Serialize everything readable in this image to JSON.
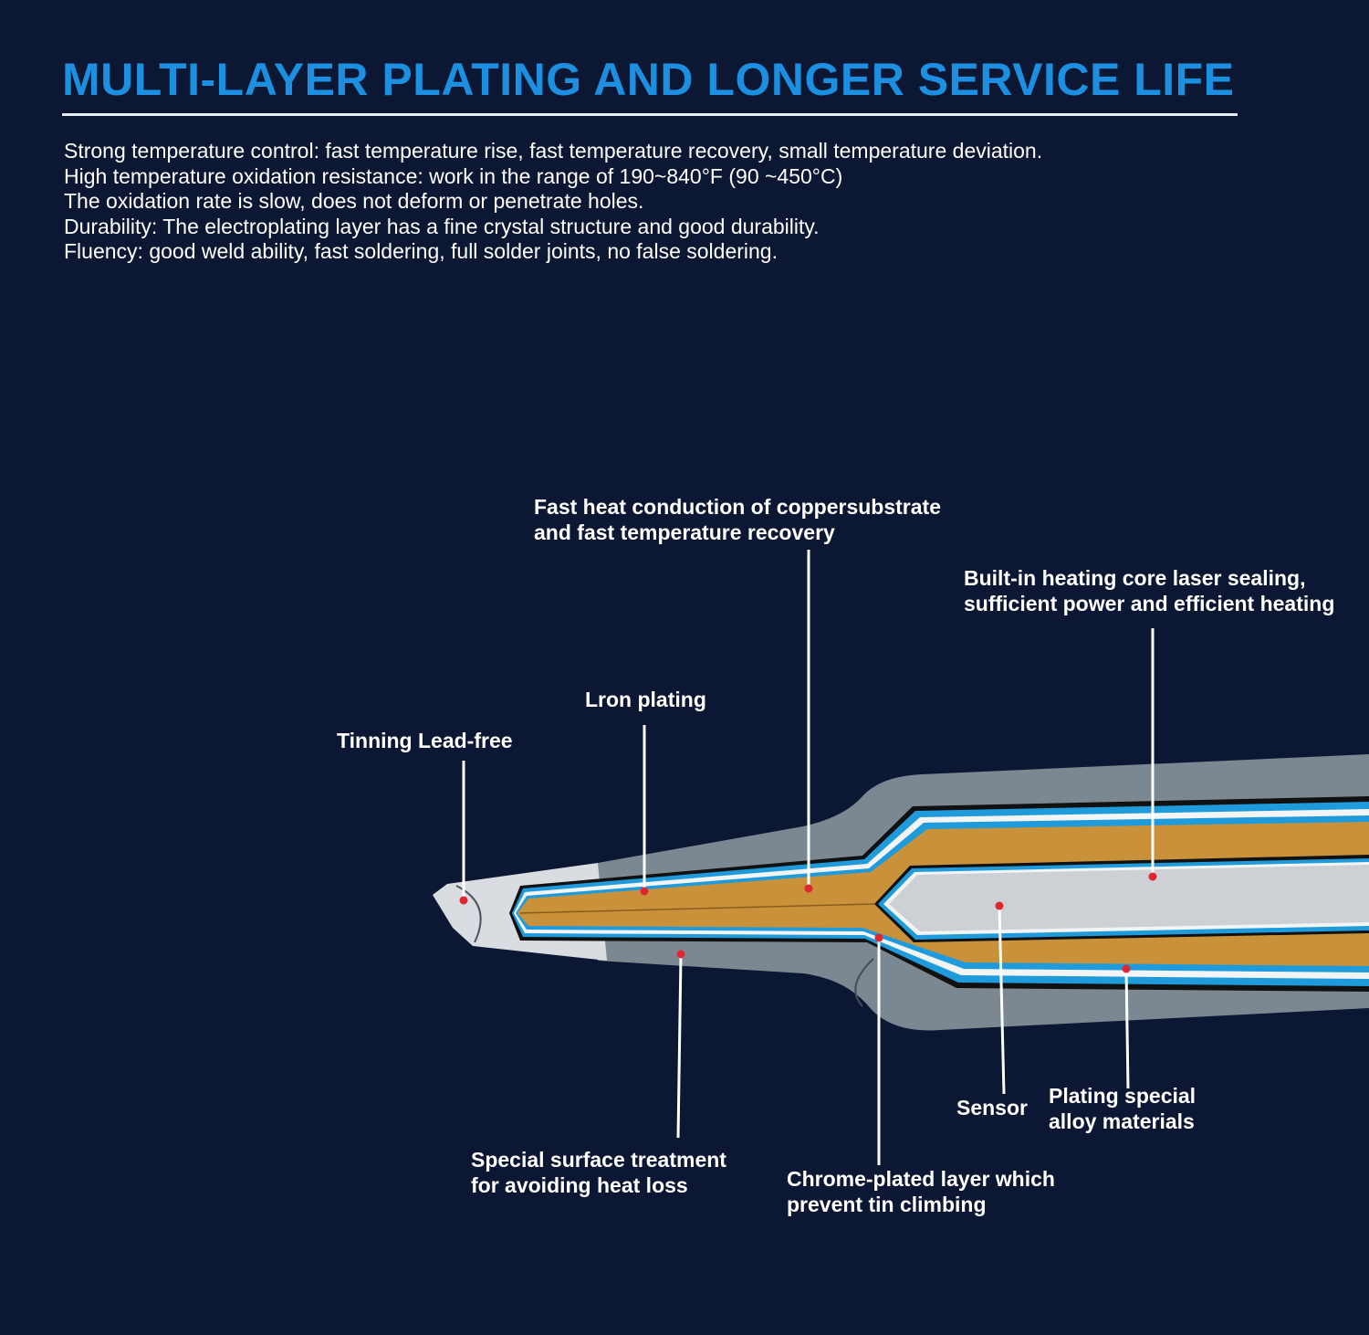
{
  "title": "MULTI-LAYER PLATING AND LONGER SERVICE LIFE",
  "description": [
    "Strong temperature control: fast temperature rise, fast temperature recovery, small temperature deviation.",
    "High temperature oxidation resistance: work in the range of 190~840°F (90 ~450°C)",
    "The oxidation rate is slow, does not deform or penetrate holes.",
    "Durability: The electroplating layer has a fine crystal structure and good durability.",
    "Fluency: good weld ability, fast soldering, full solder joints, no false soldering."
  ],
  "callouts": {
    "copper_substrate": [
      "Fast heat conduction of coppersubstrate",
      "and fast temperature recovery"
    ],
    "heating_core": [
      "Built-in heating core laser sealing,",
      "sufficient power and efficient heating"
    ],
    "iron_plating": [
      "Lron plating"
    ],
    "tinning": [
      "Tinning Lead-free"
    ],
    "surface_treatment": [
      "Special surface treatment",
      "for avoiding heat loss"
    ],
    "chrome_layer": [
      "Chrome-plated layer which",
      "prevent tin climbing"
    ],
    "sensor": [
      "Sensor"
    ],
    "alloy_plating": [
      "Plating special",
      "alloy materials"
    ]
  },
  "colors": {
    "background": "#0b1733",
    "title": "#1d8fe0",
    "text": "#ffffff",
    "outer_shell": "#7b8891",
    "tip_silver": "#d9dde2",
    "blue_layer": "#1f9bdb",
    "white_layer": "#f2f4f6",
    "copper": "#c8913a",
    "core": "#cdd1d5",
    "marker": "#e0262f"
  }
}
